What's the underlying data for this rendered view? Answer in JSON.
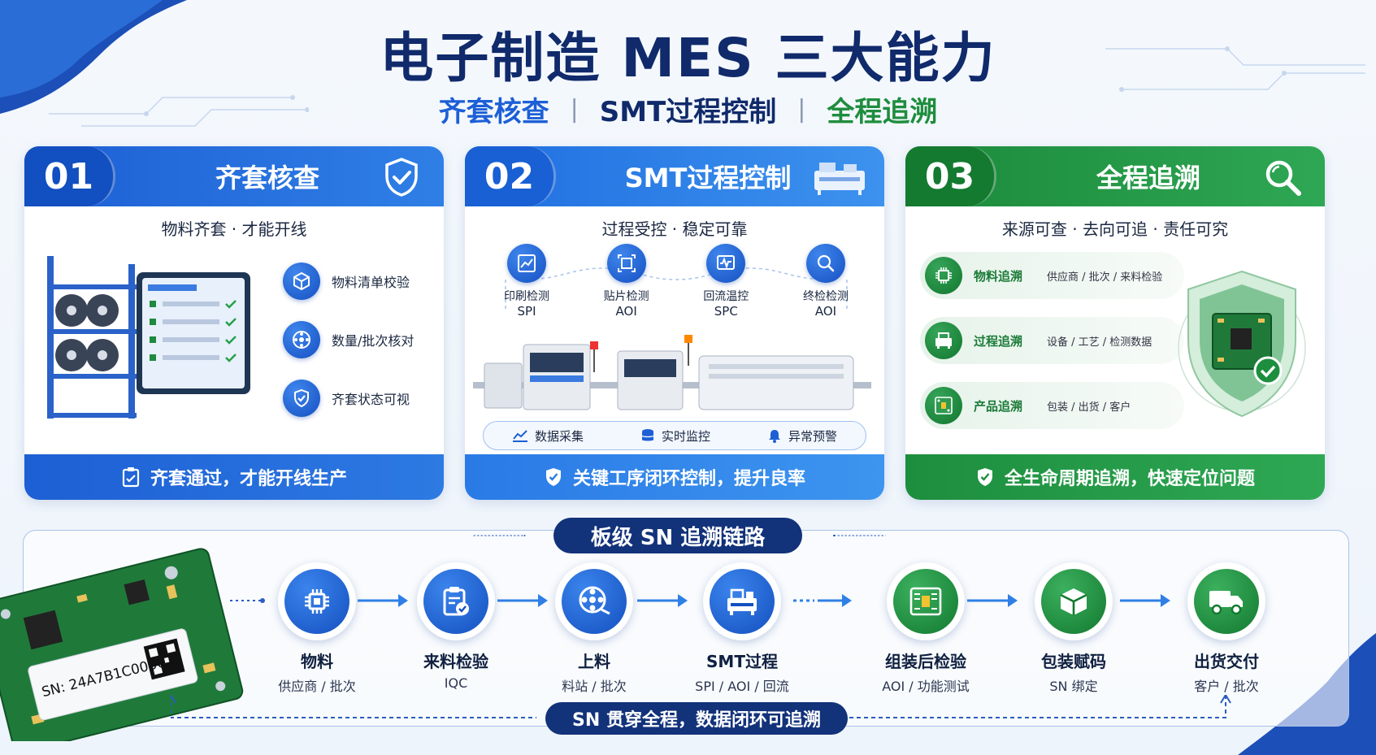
{
  "header": {
    "title": "电子制造 MES 三大能力",
    "subtitle_1": "齐套核查",
    "subtitle_sep": "|",
    "subtitle_2": "SMT过程控制",
    "subtitle_3": "全程追溯"
  },
  "cards": [
    {
      "num": "01",
      "title": "齐套核查",
      "tagline": "物料齐套 · 才能开线",
      "items": [
        "物料清单校验",
        "数量/批次核对",
        "齐套状态可视"
      ],
      "footer": "齐套通过，才能开线生产",
      "head_icon": "shield-check-icon"
    },
    {
      "num": "02",
      "title": "SMT过程控制",
      "tagline": "过程受控 · 稳定可靠",
      "steps": [
        {
          "name": "印刷检测",
          "code": "SPI"
        },
        {
          "name": "贴片检测",
          "code": "AOI"
        },
        {
          "name": "回流温控",
          "code": "SPC"
        },
        {
          "name": "终检检测",
          "code": "AOI"
        }
      ],
      "monitor": [
        "数据采集",
        "实时监控",
        "异常预警"
      ],
      "footer": "关键工序闭环控制，提升良率",
      "head_icon": "smt-machine-icon"
    },
    {
      "num": "03",
      "title": "全程追溯",
      "tagline": "来源可查 · 去向可追 · 责任可究",
      "traces": [
        {
          "name": "物料追溯",
          "detail": "供应商 / 批次 / 来料检验"
        },
        {
          "name": "过程追溯",
          "detail": "设备 / 工艺 / 检测数据"
        },
        {
          "name": "产品追溯",
          "detail": "包装 / 出货 / 客户"
        }
      ],
      "footer": "全生命周期追溯，快速定位问题",
      "head_icon": "magnifier-icon"
    }
  ],
  "chain": {
    "title": "板级 SN 追溯链路",
    "pcb_label": "SN: 24A7B1C00001",
    "steps": [
      {
        "name": "物料",
        "sub": "供应商 / 批次",
        "icon": "chip-icon",
        "color": "blue"
      },
      {
        "name": "来料检验",
        "sub": "IQC",
        "icon": "clipboard-check-icon",
        "color": "blue"
      },
      {
        "name": "上料",
        "sub": "料站 / 批次",
        "icon": "reel-icon",
        "color": "blue"
      },
      {
        "name": "SMT过程",
        "sub": "SPI / AOI / 回流",
        "icon": "smt-machine-icon",
        "color": "blue"
      },
      {
        "name": "组装后检验",
        "sub": "AOI / 功能测试",
        "icon": "circuit-board-icon",
        "color": "green"
      },
      {
        "name": "包装赋码",
        "sub": "SN 绑定",
        "icon": "box-icon",
        "color": "green"
      },
      {
        "name": "出货交付",
        "sub": "客户 / 批次",
        "icon": "truck-icon",
        "color": "green"
      }
    ],
    "footer": "SN 贯穿全程，数据闭环可追溯"
  },
  "colors": {
    "navy": "#102a6b",
    "blue": "#1d5fd4",
    "green": "#1e8d3d"
  }
}
